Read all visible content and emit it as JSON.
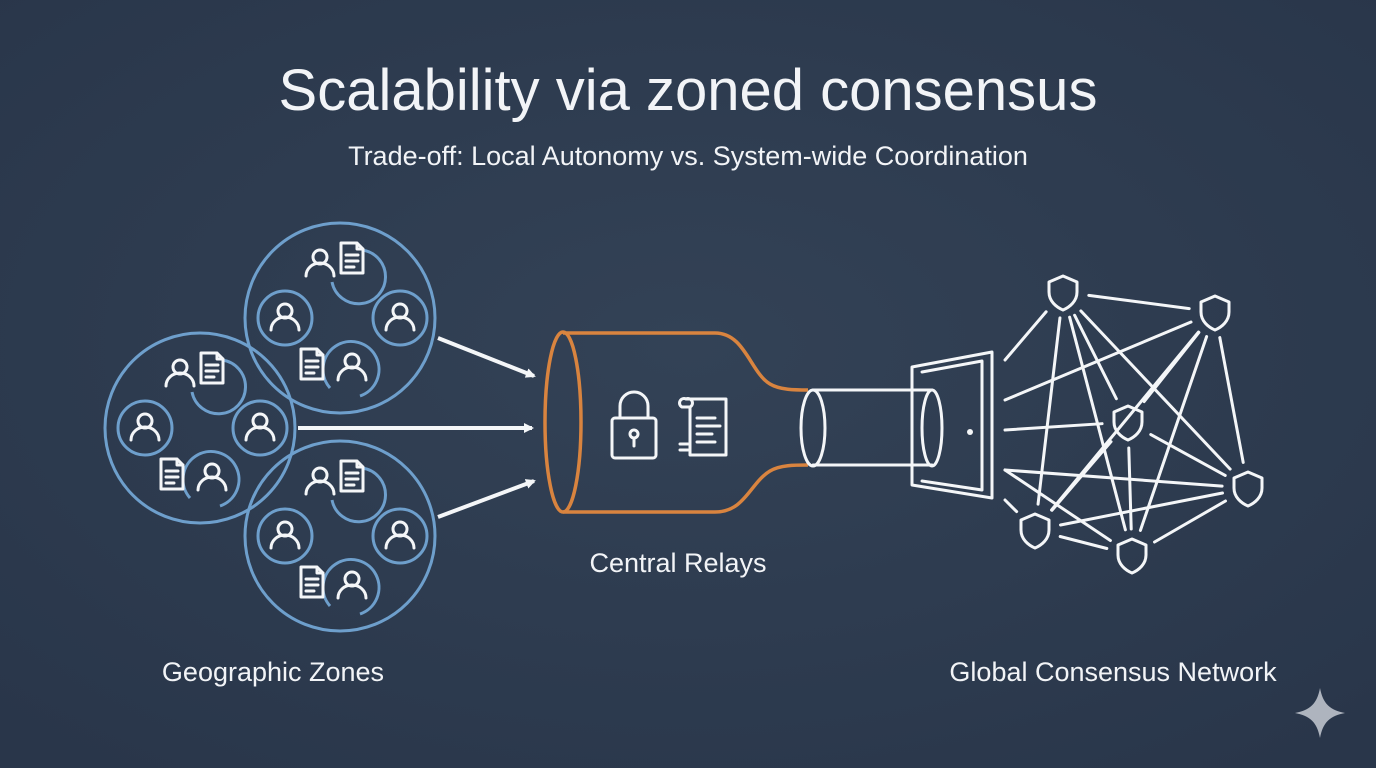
{
  "title": "Scalability via zoned consensus",
  "subtitle": "Trade-off: Local Autonomy vs. System-wide Coordination",
  "labels": {
    "zones": "Geographic Zones",
    "relays": "Central Relays",
    "network": "Global Consensus Network"
  },
  "icons": [
    "person-icon",
    "document-icon",
    "lock-icon",
    "scroll-icon",
    "door-icon",
    "shield-icon",
    "sparkle-icon"
  ],
  "colors": {
    "background": "#2d3a4b",
    "zone_stroke": "#6e9fcc",
    "relay_stroke": "#d9843f",
    "line": "#f4f6f8"
  }
}
